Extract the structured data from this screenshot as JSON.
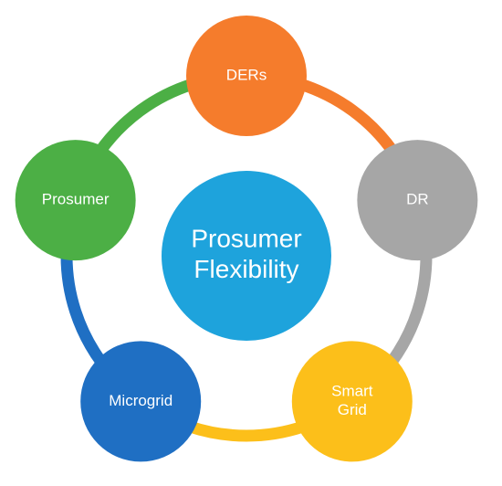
{
  "diagram": {
    "center": {
      "lines": [
        "Prosumer",
        "Flexibility"
      ],
      "color": "#1ea3dc"
    },
    "nodes": [
      {
        "key": "ders",
        "lines": [
          "DERs"
        ],
        "color": "#f57c2c"
      },
      {
        "key": "dr",
        "lines": [
          "DR"
        ],
        "color": "#a6a6a6"
      },
      {
        "key": "smart-grid",
        "lines": [
          "Smart",
          "Grid"
        ],
        "color": "#fcbf1a"
      },
      {
        "key": "microgrid",
        "lines": [
          "Microgrid"
        ],
        "color": "#1f6fc3"
      },
      {
        "key": "prosumer",
        "lines": [
          "Prosumer"
        ],
        "color": "#4caf45"
      }
    ],
    "arcs": [
      {
        "from": "ders",
        "to": "dr",
        "color": "#f57c2c"
      },
      {
        "from": "dr",
        "to": "smart-grid",
        "color": "#a6a6a6"
      },
      {
        "from": "smart-grid",
        "to": "microgrid",
        "color": "#fcbf1a"
      },
      {
        "from": "microgrid",
        "to": "prosumer",
        "color": "#1f6fc3"
      },
      {
        "from": "prosumer",
        "to": "ders",
        "color": "#4caf45"
      }
    ]
  }
}
